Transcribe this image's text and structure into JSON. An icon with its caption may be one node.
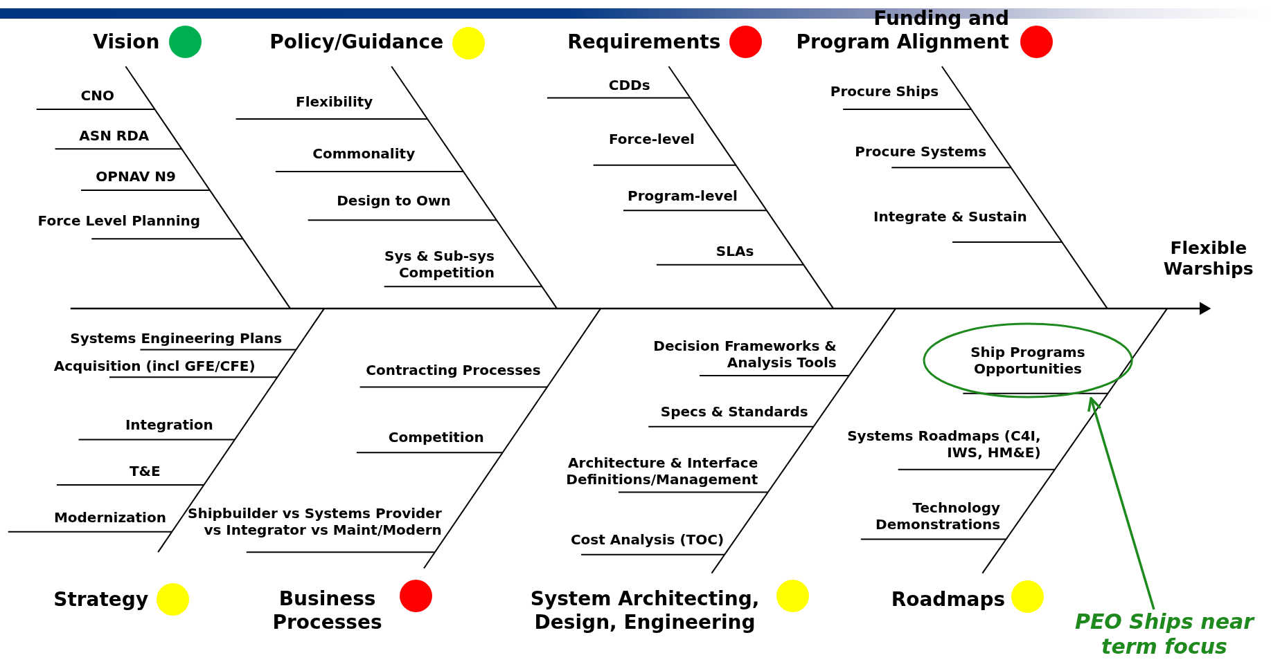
{
  "diagram": {
    "nodes": [
      {
        "text": [
          "Ship Programs Opportunities"
        ]
      },
      {
        "text": [
          "PEO Ships near term focus"
        ]
      }
    ],
    "edges": [
      {
        "from": 1,
        "to": 0,
        "arrow": "to",
        "color": "#1e8a1e"
      }
    ],
    "labels": [
      "Vision",
      "Policy/Guidance",
      "Requirements",
      "Funding and Program Alignment",
      "CNO",
      "ASN RDA",
      "OPNAV N9",
      "Force Level Planning",
      "Flexibility",
      "Commonality",
      "Design to Own",
      "Sys & Sub-sys Competition",
      "CDDs",
      "Force-level",
      "Program-level",
      "SLAs",
      "Procure Ships",
      "Procure Systems",
      "Integrate & Sustain",
      "Flexible Warships",
      "Systems Engineering Plans",
      "Acquisition (incl GFE/CFE)",
      "Integration",
      "T&E",
      "Modernization",
      "Contracting Processes",
      "Competition",
      "Shipbuilder vs Systems Provider vs Integrator vs Maint/Modern",
      "Decision Frameworks & Analysis Tools",
      "Specs & Standards",
      "Architecture & Interface Definitions/Management",
      "Cost Analysis (TOC)",
      "Systems Roadmaps (C4I, IWS, HM&E)",
      "Technology Demonstrations",
      "Strategy",
      "Business Processes",
      "System Architecting, Design, Engineering",
      "Roadmaps"
    ]
  }
}
